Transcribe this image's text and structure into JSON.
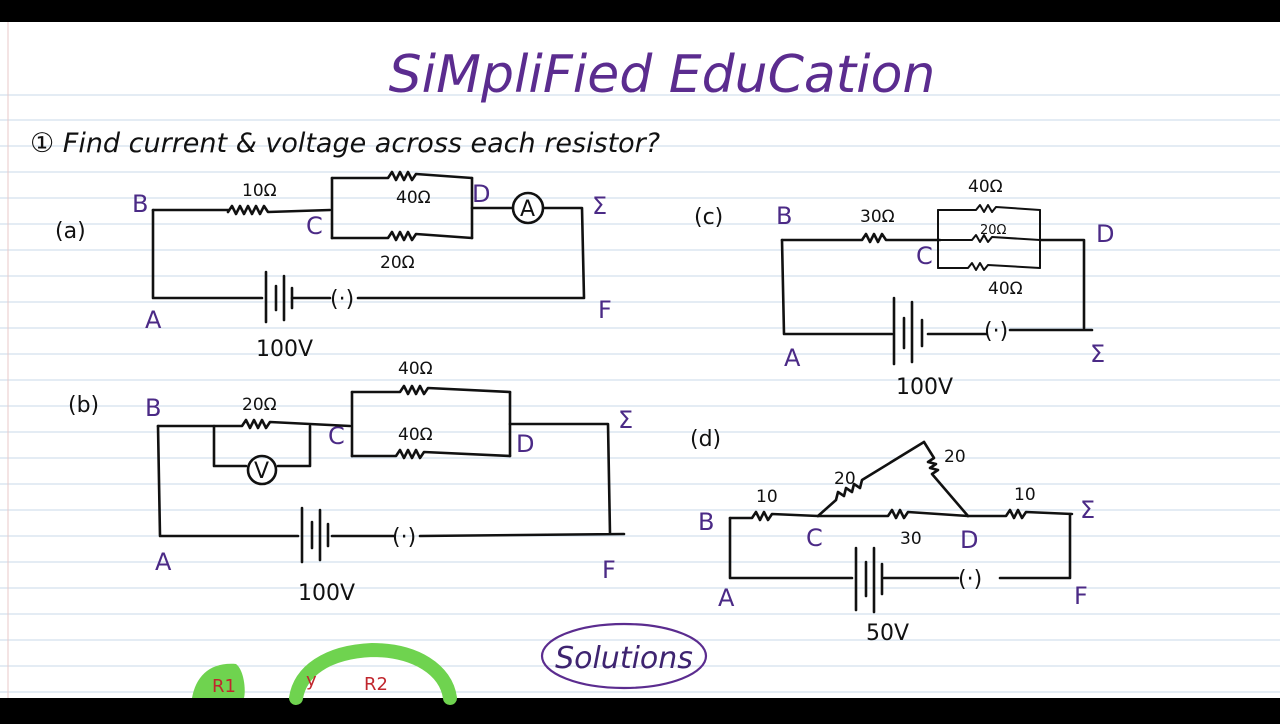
{
  "title": "SiMpliFied EduCation",
  "question": "① Find current & voltage across each resistor?",
  "solutions_label": "Solutions",
  "circuit_a": {
    "tag": "(a)",
    "nodes": {
      "A": "A",
      "B": "B",
      "C": "C",
      "D": "D",
      "E": "Σ",
      "F": "F"
    },
    "r_series": "10Ω",
    "r_par_top": "40Ω",
    "r_par_bottom": "20Ω",
    "meter": "A",
    "battery": "100V",
    "switch": "(·)"
  },
  "circuit_b": {
    "tag": "(b)",
    "nodes": {
      "A": "A",
      "B": "B",
      "C": "C",
      "D": "D",
      "E": "Σ",
      "F": "F"
    },
    "r_series": "20Ω",
    "r_par_top": "40Ω",
    "r_par_bottom": "40Ω",
    "meter": "V",
    "battery": "100V",
    "switch": "(·)"
  },
  "circuit_c": {
    "tag": "(c)",
    "nodes": {
      "A": "A",
      "B": "B",
      "C": "C",
      "D": "D",
      "E": "Σ"
    },
    "r_series": "30Ω",
    "r_par_1": "40Ω",
    "r_par_2": "20Ω",
    "r_par_3": "40Ω",
    "battery": "100V",
    "switch": "(·)"
  },
  "circuit_d": {
    "tag": "(d)",
    "nodes": {
      "A": "A",
      "B": "B",
      "C": "C",
      "D": "D",
      "E": "Σ",
      "F": "F"
    },
    "r_left": "10",
    "r_tri_left": "20",
    "r_tri_right": "20",
    "r_middle": "30",
    "r_right": "10",
    "battery": "50V",
    "switch": "(·)"
  },
  "bottom_labels": {
    "r1": "R1",
    "y": "y",
    "r2": "R2"
  }
}
